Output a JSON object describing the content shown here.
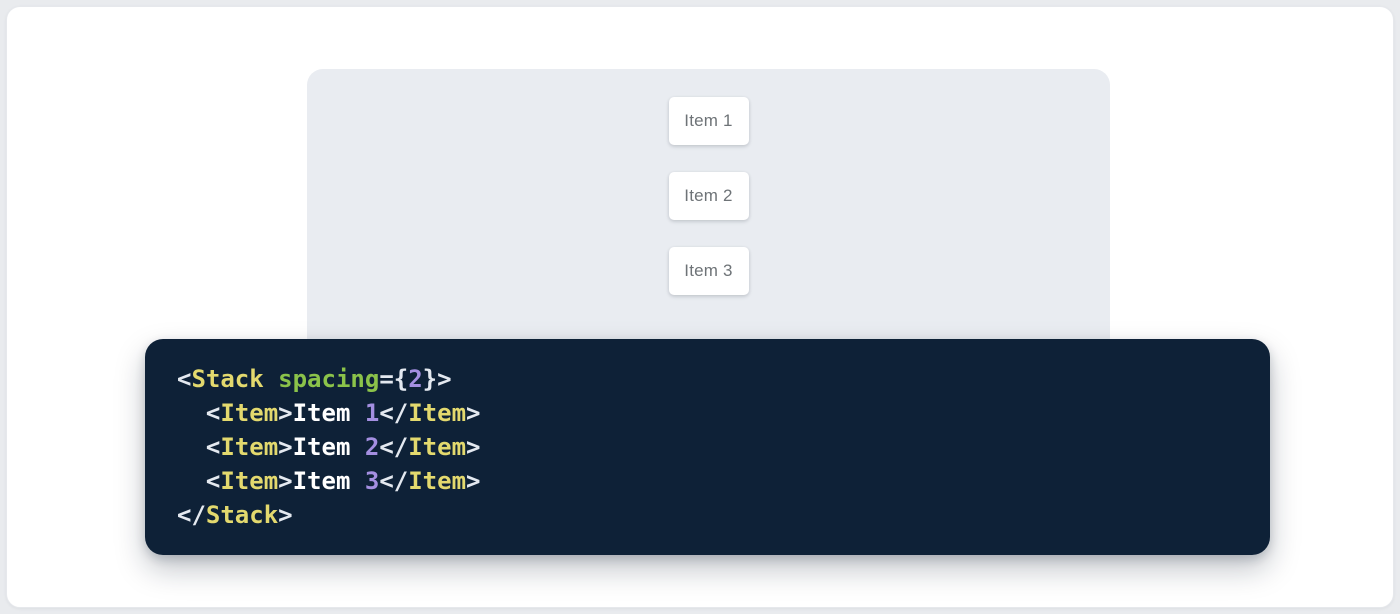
{
  "demo": {
    "items": [
      {
        "label": "Item 1"
      },
      {
        "label": "Item 2"
      },
      {
        "label": "Item 3"
      }
    ]
  },
  "code": {
    "language": "jsx",
    "source": "<Stack spacing={2}>\n  <Item>Item 1</Item>\n  <Item>Item 2</Item>\n  <Item>Item 3</Item>\n</Stack>",
    "lines": [
      {
        "tokens": [
          {
            "text": "<",
            "type": "punct"
          },
          {
            "text": "Stack",
            "type": "tag"
          },
          {
            "text": " ",
            "type": "text"
          },
          {
            "text": "spacing",
            "type": "attr"
          },
          {
            "text": "=",
            "type": "punct"
          },
          {
            "text": "{",
            "type": "punct"
          },
          {
            "text": "2",
            "type": "num"
          },
          {
            "text": "}",
            "type": "punct"
          },
          {
            "text": ">",
            "type": "punct"
          }
        ]
      },
      {
        "tokens": [
          {
            "text": "  ",
            "type": "text"
          },
          {
            "text": "<",
            "type": "punct"
          },
          {
            "text": "Item",
            "type": "tag"
          },
          {
            "text": ">",
            "type": "punct"
          },
          {
            "text": "Item ",
            "type": "text"
          },
          {
            "text": "1",
            "type": "num"
          },
          {
            "text": "</",
            "type": "punct"
          },
          {
            "text": "Item",
            "type": "tag"
          },
          {
            "text": ">",
            "type": "punct"
          }
        ]
      },
      {
        "tokens": [
          {
            "text": "  ",
            "type": "text"
          },
          {
            "text": "<",
            "type": "punct"
          },
          {
            "text": "Item",
            "type": "tag"
          },
          {
            "text": ">",
            "type": "punct"
          },
          {
            "text": "Item ",
            "type": "text"
          },
          {
            "text": "2",
            "type": "num"
          },
          {
            "text": "</",
            "type": "punct"
          },
          {
            "text": "Item",
            "type": "tag"
          },
          {
            "text": ">",
            "type": "punct"
          }
        ]
      },
      {
        "tokens": [
          {
            "text": "  ",
            "type": "text"
          },
          {
            "text": "<",
            "type": "punct"
          },
          {
            "text": "Item",
            "type": "tag"
          },
          {
            "text": ">",
            "type": "punct"
          },
          {
            "text": "Item ",
            "type": "text"
          },
          {
            "text": "3",
            "type": "num"
          },
          {
            "text": "</",
            "type": "punct"
          },
          {
            "text": "Item",
            "type": "tag"
          },
          {
            "text": ">",
            "type": "punct"
          }
        ]
      },
      {
        "tokens": [
          {
            "text": "</",
            "type": "punct"
          },
          {
            "text": "Stack",
            "type": "tag"
          },
          {
            "text": ">",
            "type": "punct"
          }
        ]
      }
    ]
  },
  "colors": {
    "outer_background": "#e9ebee",
    "page_background": "#ffffff",
    "panel_background": "#e9ecf1",
    "item_text": "#6e7377",
    "code_background": "#0e2137",
    "syntax_tag": "#e3d96e",
    "syntax_attribute": "#8bc34a",
    "syntax_number": "#a48fe1",
    "syntax_text": "#ffffff",
    "syntax_punctuation": "#e4e9f0"
  }
}
